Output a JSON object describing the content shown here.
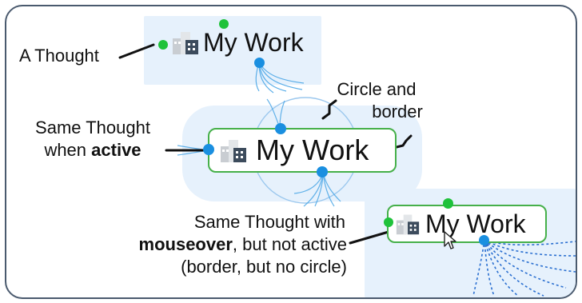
{
  "thought_name": "My Work",
  "colors": {
    "accent_green": "#1fc23a",
    "link_blue": "#1a8fe0",
    "border_green": "#46b04a",
    "glow_blue": "#e6f1fc"
  },
  "icons": {
    "thought_icon": "building-icon",
    "pointer": "mouse-cursor-icon"
  },
  "labels": {
    "a_thought": "A Thought",
    "circle_and_border_line1": "Circle and",
    "circle_and_border_line2": "border",
    "active_line1": "Same Thought",
    "active_line2_prefix": "when ",
    "active_line2_bold": "active",
    "mouseover_line1": "Same Thought with",
    "mouseover_line2_bold": "mouseover",
    "mouseover_line2_rest": ", but not active",
    "mouseover_line3": "(border, but no circle)"
  }
}
